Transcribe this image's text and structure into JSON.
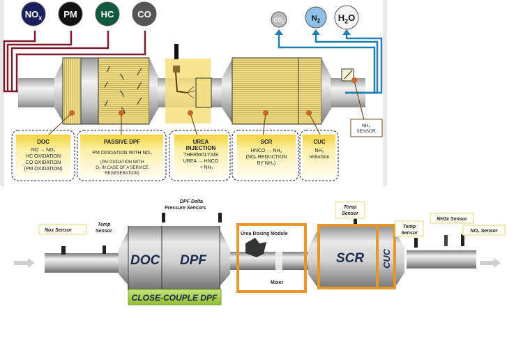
{
  "top_diagram": {
    "input_pollutants": [
      {
        "label": "NO",
        "sub": "x",
        "color": "#1b1f5e"
      },
      {
        "label": "PM",
        "sub": "",
        "color": "#111111"
      },
      {
        "label": "HC",
        "sub": "",
        "color": "#0f5a3c"
      },
      {
        "label": "CO",
        "sub": "",
        "color": "#555555"
      }
    ],
    "output_products": [
      {
        "label": "CO",
        "sub": "2",
        "color": "#bdbdbd"
      },
      {
        "label": "N",
        "sub": "2",
        "color": "#8fc0e8"
      },
      {
        "label": "H",
        "sub": "2",
        "suffix": "O",
        "color": "#f6f6f6"
      }
    ],
    "stages": [
      {
        "title": "DOC",
        "lines": [
          "NO → NO₂",
          "HC OXIDATION",
          "CO OXIDATION",
          "(PM OXIDATION)"
        ]
      },
      {
        "title": "PASSIVE DPF",
        "lines": [
          "PM OXIDATION WITH NO₂",
          "(PM OXIDATION WITH",
          "O₂ IN CASE OF A SERVICE",
          "REGENERATION)"
        ]
      },
      {
        "title": "UREA",
        "title2": "INJECTION",
        "lines": [
          "THERMOLYSIS",
          "UREA → HNCO",
          "+ NH₃"
        ]
      },
      {
        "title": "SCR",
        "lines": [
          "HNCO → NH₃",
          "(NOₓ REDUCTION",
          "BY NH₃)"
        ]
      },
      {
        "title": "CUC",
        "lines": [
          "NH₃",
          "reduction"
        ]
      }
    ],
    "sensor_label": [
      "NH₃",
      "SENSOR"
    ],
    "colors": {
      "inlet_line": "#7a1a2a",
      "outlet_line": "#1f7fb0",
      "catalyst": "#e8d77a",
      "callout_dot": "#c8672a"
    }
  },
  "bottom_diagram": {
    "blocks": {
      "doc": "DOC",
      "dpf": "DPF",
      "close_couple": "CLOSE-COUPLE DPF",
      "scr": "SCR",
      "cuc": "CUC"
    },
    "labels": {
      "nox_sensor_in": "Nox Sensor",
      "temp_sensor_1": [
        "Temp",
        "Sensor"
      ],
      "dpf_delta": [
        "DPF Delta",
        "Pressure Sensors"
      ],
      "urea_module": "Urea Dosing Module",
      "mixer": "Mixer",
      "temp_sensor_2": [
        "Temp",
        "Sensor"
      ],
      "temp_sensor_3": [
        "Temp",
        "Sensor"
      ],
      "nh3_sensor": "NH3x Sensor",
      "nox_sensor_out": "NOₓ Sensor"
    },
    "colors": {
      "orange_frame": "#e8952a",
      "green_band": "#a6cf4a",
      "label_border": "#efe3a6"
    }
  }
}
